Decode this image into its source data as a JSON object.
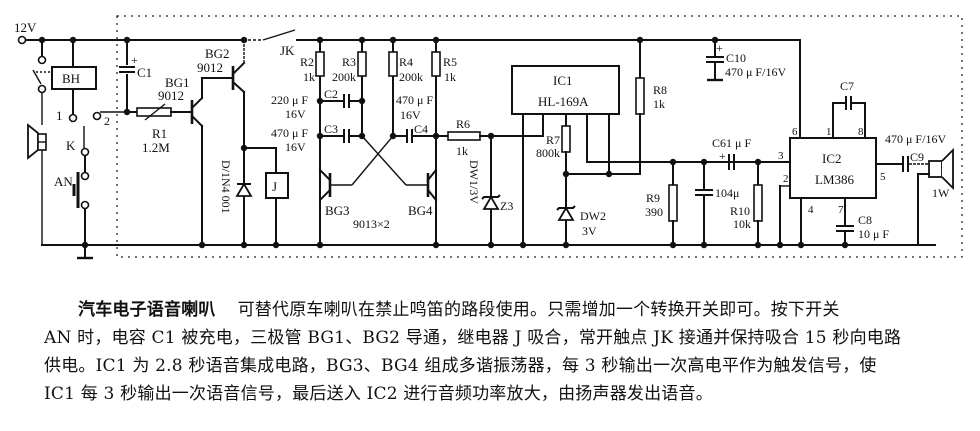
{
  "diagram": {
    "supply_label": "12V",
    "components": {
      "BH": "BH",
      "C1": "C1",
      "BG1": {
        "name": "BG1",
        "part": "9012"
      },
      "BG2": {
        "name": "BG2",
        "part": "9012"
      },
      "R1": {
        "name": "R1",
        "value": "1.2M"
      },
      "JK": "JK",
      "D": "D/1N4 001",
      "J": "J",
      "switch_K": "K",
      "switch_AN": "AN",
      "pos1": "1",
      "pos2": "O",
      "pos2_sub": "2",
      "R2": {
        "name": "R2",
        "value": "1k"
      },
      "R3": {
        "name": "R3",
        "value": "200k"
      },
      "R4": {
        "name": "R4",
        "value": "200k"
      },
      "R5": {
        "name": "R5",
        "value": "1k"
      },
      "C2": {
        "name": "C2",
        "value": "220 μ F",
        "voltage": "16V"
      },
      "C3": {
        "name": "C3",
        "value": "470 μ F",
        "voltage": "16V"
      },
      "C4": {
        "name": "C4",
        "value": "470 μ F",
        "voltage": "16V"
      },
      "BG3": "BG3",
      "BG4": "BG4",
      "transistor_note": "9013×2",
      "R6": {
        "name": "R6",
        "value": "1k"
      },
      "Z3": {
        "name": "Z3",
        "value": "DW1/3V"
      },
      "IC1": {
        "name": "IC1",
        "part": "HL-169A"
      },
      "R7": {
        "name": "R7",
        "value": "800k"
      },
      "DW2": {
        "name": "DW2",
        "value": "3V"
      },
      "R8": {
        "name": "R8",
        "value": "1k"
      },
      "R9": {
        "name": "R9",
        "value": "390"
      },
      "C10": {
        "name": "C10",
        "value": "470 μ F/16V"
      },
      "C6": {
        "name": "C6",
        "value": "1 μ F",
        "label": "C61 μ F"
      },
      "C5": {
        "value": "104μ"
      },
      "R10": {
        "name": "R10",
        "value": "10k"
      },
      "IC2": {
        "name": "IC2",
        "part": "LM386",
        "pins": [
          "6",
          "1",
          "8",
          "3",
          "2",
          "4",
          "7",
          "5"
        ]
      },
      "C7": {
        "name": "C7"
      },
      "C8": {
        "name": "C8",
        "value": "10 μ F"
      },
      "C9": {
        "name": "C9",
        "value": "470 μ F/16V"
      },
      "speaker_power": "1W"
    }
  },
  "description": {
    "title": "汽车电子语音喇叭",
    "lines": [
      "可替代原车喇叭在禁止鸣笛的路段使用。只需增加一个转换开关即可。按下开关",
      "AN 时，电容 C1 被充电，三极管 BG1、BG2 导通，继电器 J 吸合，常开触点 JK 接通并保持吸合 15 秒向电路",
      "供电。IC1 为 2.8 秒语音集成电路，BG3、BG4 组成多谐振荡器，每 3 秒输出一次高电平作为触发信号，使",
      "IC1 每 3 秒输出一次语音信号，最后送入 IC2 进行音频功率放大，由扬声器发出语音。"
    ]
  }
}
